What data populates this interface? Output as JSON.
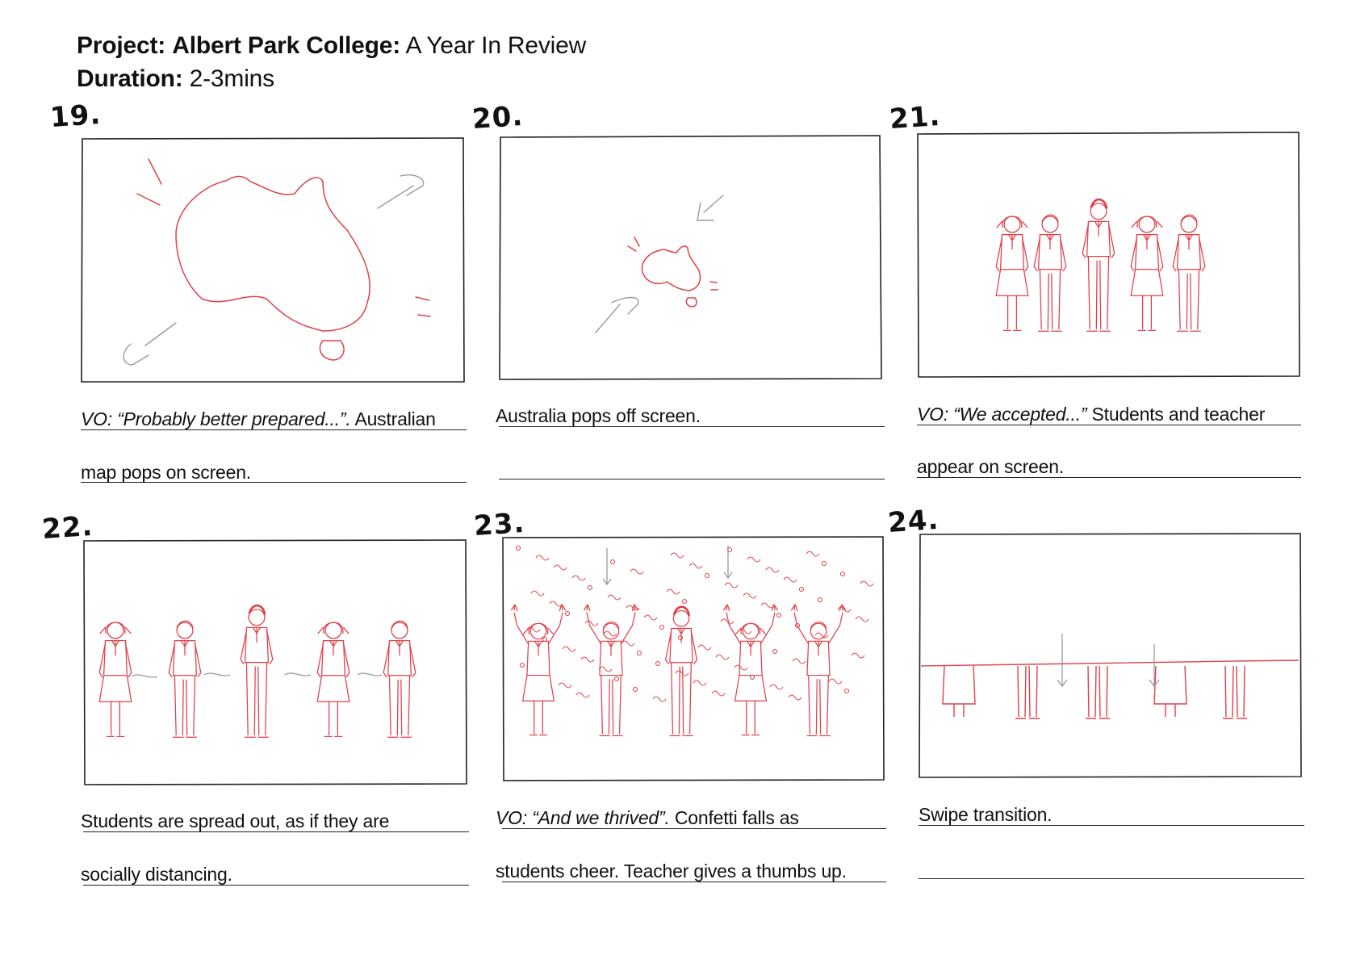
{
  "header": {
    "project_label": "Project:",
    "project_name": "Albert Park College:",
    "project_sub": "A Year In Review",
    "duration_label": "Duration:",
    "duration_value": "2-3mins"
  },
  "panels": [
    {
      "number": "19.",
      "vo": "VO: “Probably better prepared...”.",
      "line1": " Australian",
      "line2": "map pops on screen."
    },
    {
      "number": "20.",
      "vo": "",
      "line1": "Australia pops off screen.",
      "line2": ""
    },
    {
      "number": "21.",
      "vo": "VO: “We accepted...”",
      "line1": " Students and teacher",
      "line2": "appear on screen."
    },
    {
      "number": "22.",
      "vo": "",
      "line1": "Students are spread out, as if they are",
      "line2": "socially distancing."
    },
    {
      "number": "23.",
      "vo": "VO: “And we thrived”.",
      "line1": " Confetti falls as",
      "line2": "students cheer. Teacher gives a thumbs up."
    },
    {
      "number": "24.",
      "vo": "",
      "line1": "Swipe transition.",
      "line2": ""
    }
  ],
  "colors": {
    "sketch": "#e0404a",
    "arrow": "#9a9a9a",
    "ink": "#222222"
  }
}
